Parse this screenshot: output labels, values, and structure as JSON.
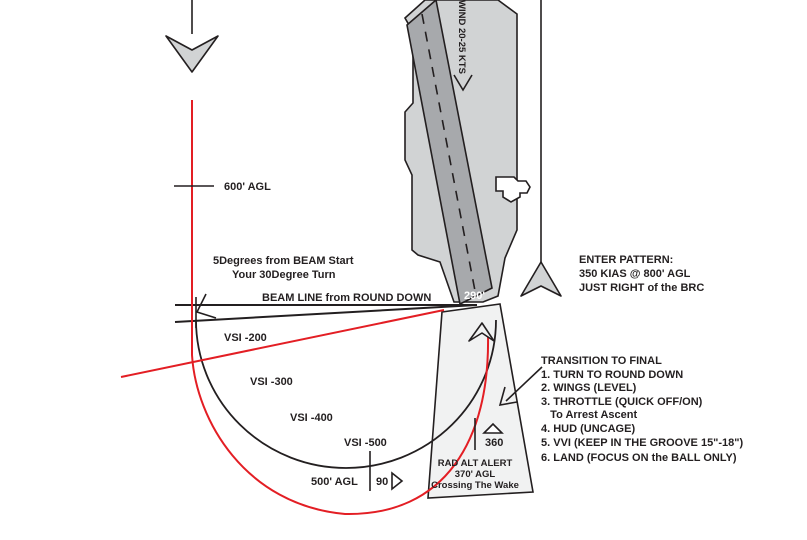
{
  "colors": {
    "line": "#231f20",
    "red_path": "#e31e24",
    "deck_gray": "#d1d3d4",
    "runway_gray": "#a7a9ac",
    "light_zone": "#f1f2f2",
    "white": "#ffffff"
  },
  "labels": {
    "wind": "WIND 20-25 KTS",
    "agl_600": "600' AGL",
    "beam_start_line1": "5Degrees from BEAM Start",
    "beam_start_line2": "Your 30Degree Turn",
    "beam_line": "BEAM LINE from ROUND DOWN",
    "heading_290": "290'",
    "enter_pattern_line1": "ENTER PATTERN:",
    "enter_pattern_line2": "350 KIAS @ 800' AGL",
    "enter_pattern_line3": "JUST RIGHT of the BRC",
    "vsi_200": "VSI -200",
    "vsi_300": "VSI -300",
    "vsi_400": "VSI -400",
    "vsi_500": "VSI -500",
    "agl_500": "500' AGL",
    "heading_90": "90",
    "heading_360": "360",
    "rad_alt_line1": "RAD ALT ALERT",
    "rad_alt_line2": "370' AGL",
    "rad_alt_line3": "Crossing The Wake"
  },
  "transition": {
    "title": "TRANSITION TO FINAL",
    "steps": [
      "1. TURN TO ROUND DOWN",
      "2. WINGS (LEVEL)",
      "3. THROTTLE (QUICK OFF/ON)",
      "   To Arrest Ascent",
      "4. HUD (UNCAGE)",
      "5. VVI (KEEP IN THE GROOVE 15\"-18\")",
      "6. LAND (FOCUS ON the BALL ONLY)"
    ]
  }
}
